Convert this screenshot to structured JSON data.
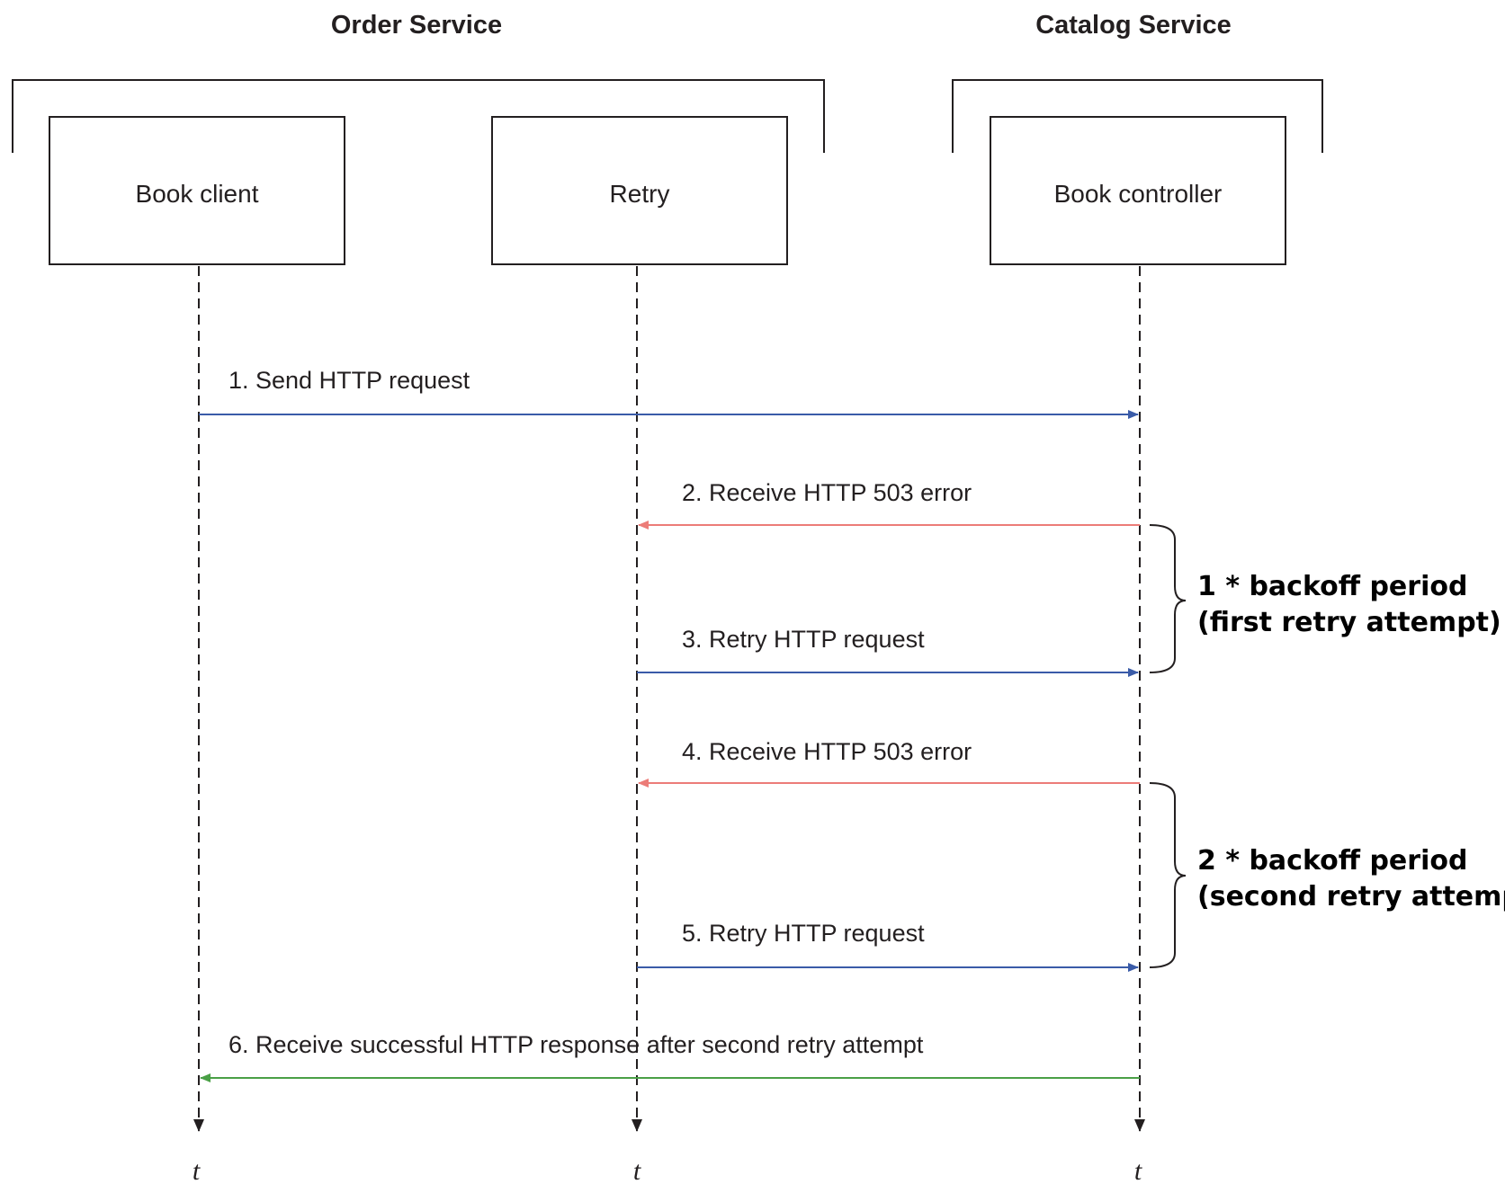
{
  "groups": [
    {
      "title": "Order Service"
    },
    {
      "title": "Catalog Service"
    }
  ],
  "participants": [
    {
      "label": "Book client"
    },
    {
      "label": "Retry"
    },
    {
      "label": "Book controller"
    }
  ],
  "messages": [
    {
      "label": "1. Send HTTP request",
      "color": "#3a5ba8"
    },
    {
      "label": "2. Receive HTTP 503 error",
      "color": "#ec7c78"
    },
    {
      "label": "3. Retry HTTP request",
      "color": "#3a5ba8"
    },
    {
      "label": "4. Receive HTTP 503 error",
      "color": "#ec7c78"
    },
    {
      "label": "5. Retry HTTP request",
      "color": "#3a5ba8"
    },
    {
      "label": "6. Receive successful HTTP response after second retry attempt",
      "color": "#4aa046"
    }
  ],
  "backoffs": [
    {
      "line1": "1 * backoff period",
      "line2": "(first retry attempt)"
    },
    {
      "line1": "2 * backoff period",
      "line2": "(second retry attempt)"
    }
  ],
  "time_axis_label": "t",
  "colors": {
    "ink": "#231f20",
    "request": "#3a5ba8",
    "error": "#ec7c78",
    "success": "#4aa046"
  }
}
